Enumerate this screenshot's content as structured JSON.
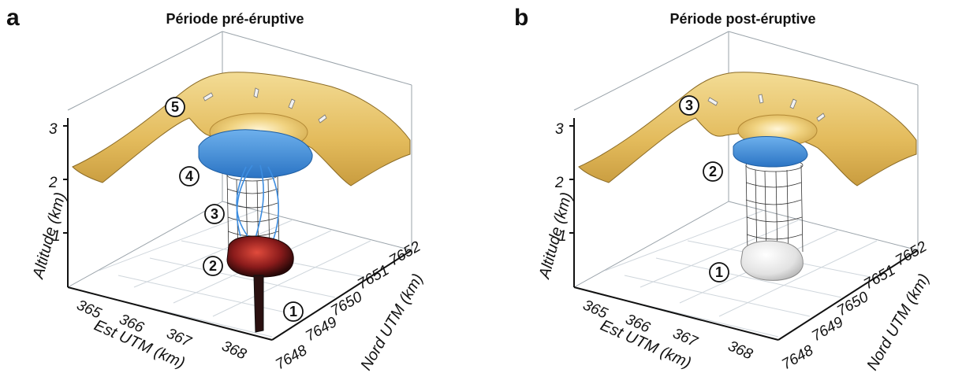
{
  "panels": [
    {
      "letter": "a",
      "title": "Période pré-éruptive",
      "z_axis": {
        "label": "Altitude (km)",
        "ticks": [
          "1",
          "2",
          "3"
        ]
      },
      "x_axis": {
        "label": "Est UTM (km)",
        "ticks": [
          "365",
          "366",
          "367",
          "368"
        ]
      },
      "y_axis": {
        "label": "Nord UTM (km)",
        "ticks": [
          "7648",
          "7649",
          "7650",
          "7651",
          "7652"
        ]
      },
      "markers": [
        "1",
        "2",
        "3",
        "4",
        "5"
      ]
    },
    {
      "letter": "b",
      "title": "Période post-éruptive",
      "z_axis": {
        "label": "Altitude (km)",
        "ticks": [
          "1",
          "2",
          "3"
        ]
      },
      "x_axis": {
        "label": "Est UTM (km)",
        "ticks": [
          "365",
          "366",
          "367",
          "368"
        ]
      },
      "y_axis": {
        "label": "Nord UTM (km)",
        "ticks": [
          "7648",
          "7649",
          "7650",
          "7651",
          "7652"
        ]
      },
      "markers": [
        "1",
        "2",
        "3"
      ]
    }
  ],
  "colors": {
    "surface": "#e8c46a",
    "reservoir": "#3f8fdc",
    "magma": "#b5282a",
    "residual_body": "#e9e9e9",
    "axis": "#111111"
  }
}
